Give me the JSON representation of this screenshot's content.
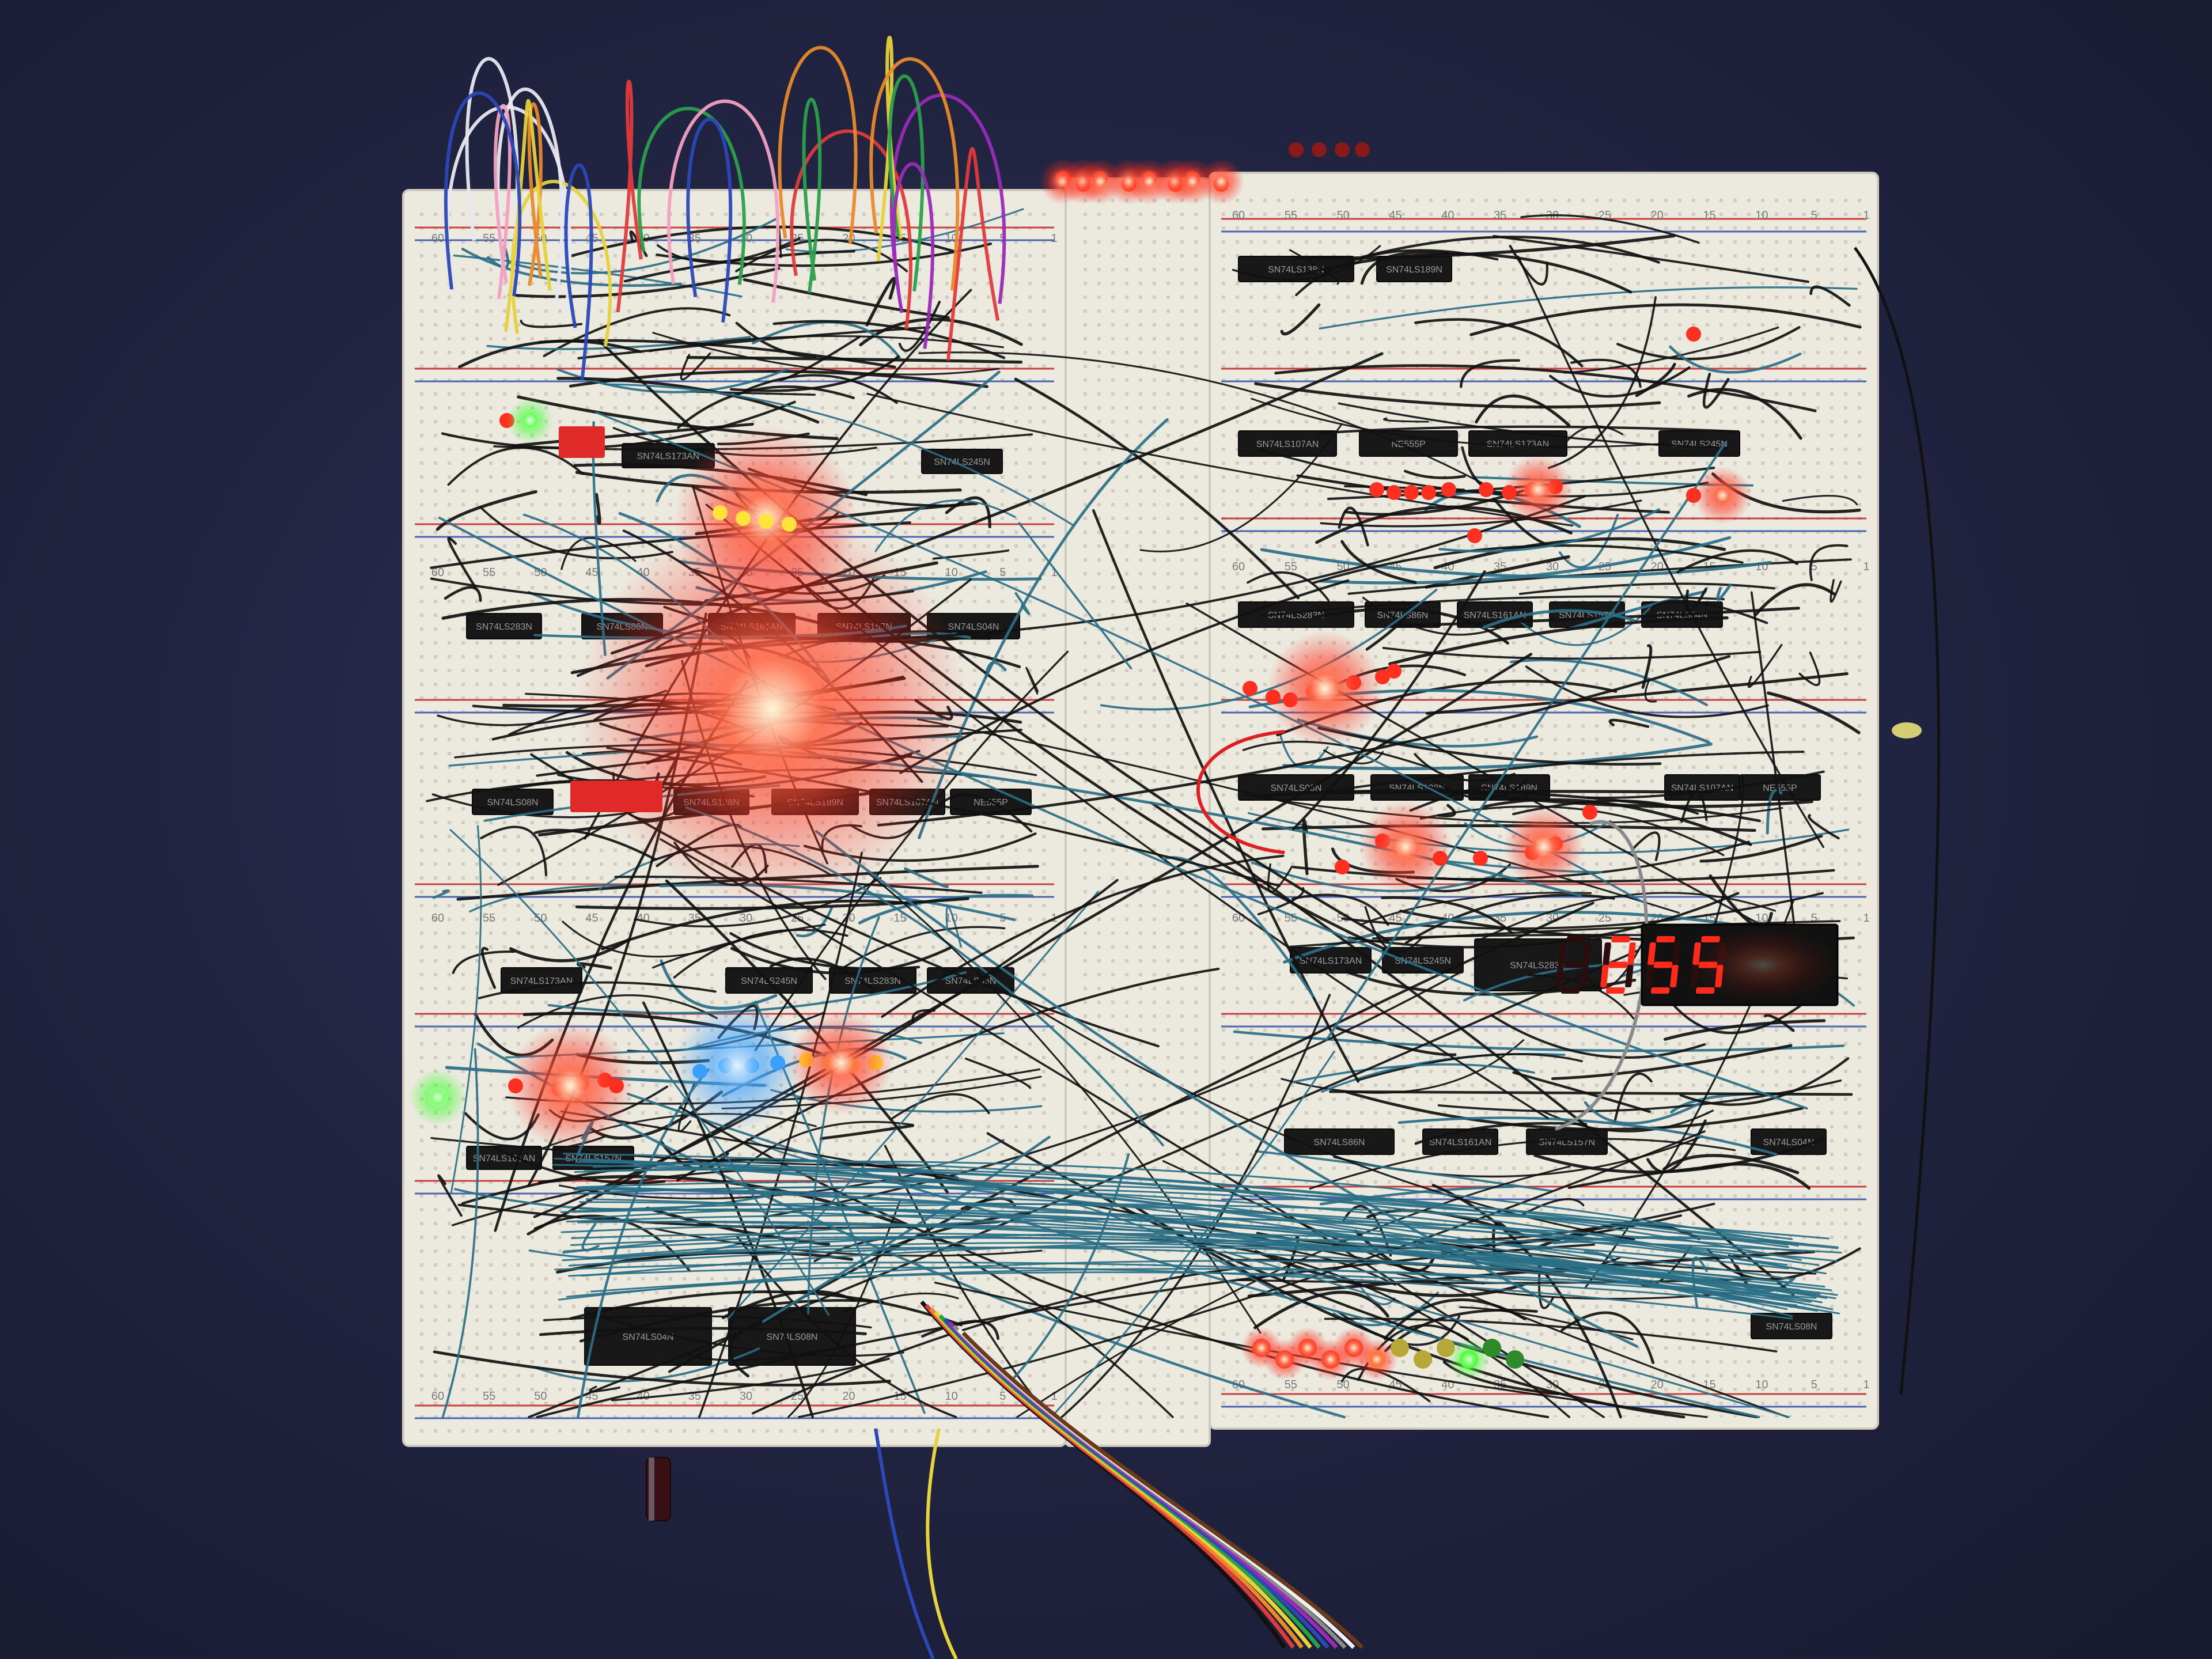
{
  "scene": {
    "subject": "breadboard-computer",
    "display": {
      "digits": [
        "2",
        "5",
        "5"
      ],
      "blank_digits": 1
    },
    "colors": {
      "background": "#20233f",
      "breadboard": "#ece9df",
      "wire_black": "#111111",
      "wire_blue": "#2a6f86",
      "led_red": "#ff3020",
      "segment_on": "#ff2a1a"
    },
    "ic_labels": [
      "SN74LS173AN",
      "SN74LS245N",
      "SN74LS283N",
      "SN74LS86N",
      "SN74LS161AN",
      "SN74LS157N",
      "SN74LS04N",
      "SN74LS08N",
      "SN74LS138N",
      "SN74LS189N",
      "SN74LS107AN",
      "NE555P"
    ],
    "row_numbers": [
      "60",
      "55",
      "50",
      "45",
      "40",
      "35",
      "30",
      "25",
      "20",
      "15",
      "10",
      "5",
      "1"
    ],
    "led_bar": {
      "value_fraction": 0.5,
      "colors": [
        "red",
        "red",
        "red",
        "red",
        "red",
        "yellow",
        "yellow",
        "yellow",
        "yellow",
        "green",
        "green",
        "green"
      ]
    }
  }
}
